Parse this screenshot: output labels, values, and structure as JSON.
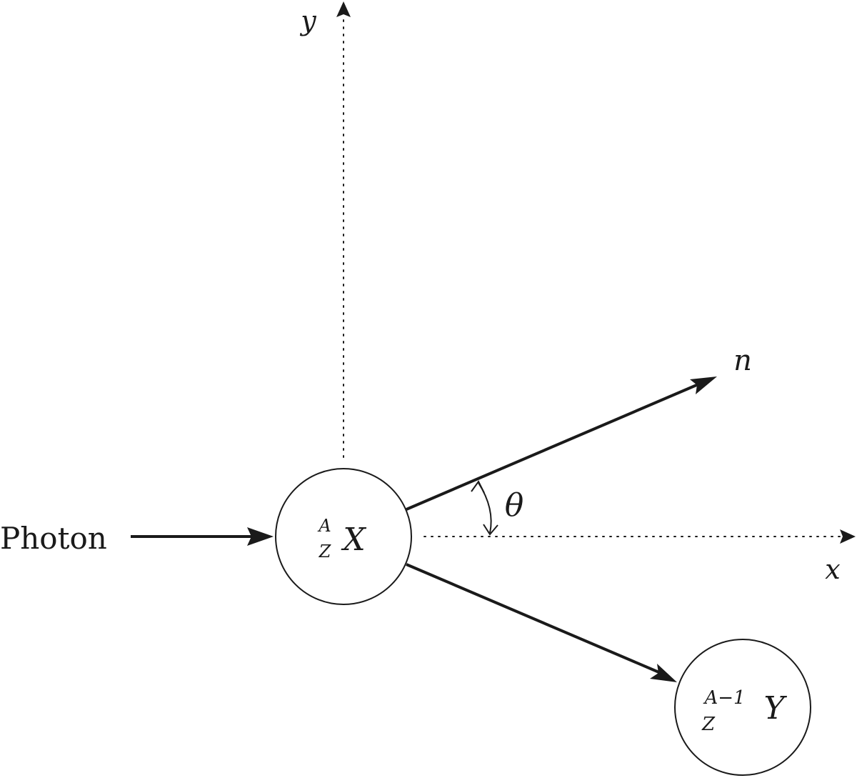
{
  "axes": {
    "x_label": "x",
    "y_label": "y"
  },
  "incoming": {
    "label": "Photon"
  },
  "target_nucleus": {
    "mass_superscript": "A",
    "atomic_subscript": "Z",
    "symbol": "X"
  },
  "emitted": {
    "label": "n"
  },
  "angle": {
    "label": "θ"
  },
  "residual_nucleus": {
    "mass_superscript": "A−1",
    "atomic_subscript": "Z",
    "symbol": "Y"
  },
  "colors": {
    "stroke": "#1a1a1a",
    "background": "#ffffff"
  }
}
